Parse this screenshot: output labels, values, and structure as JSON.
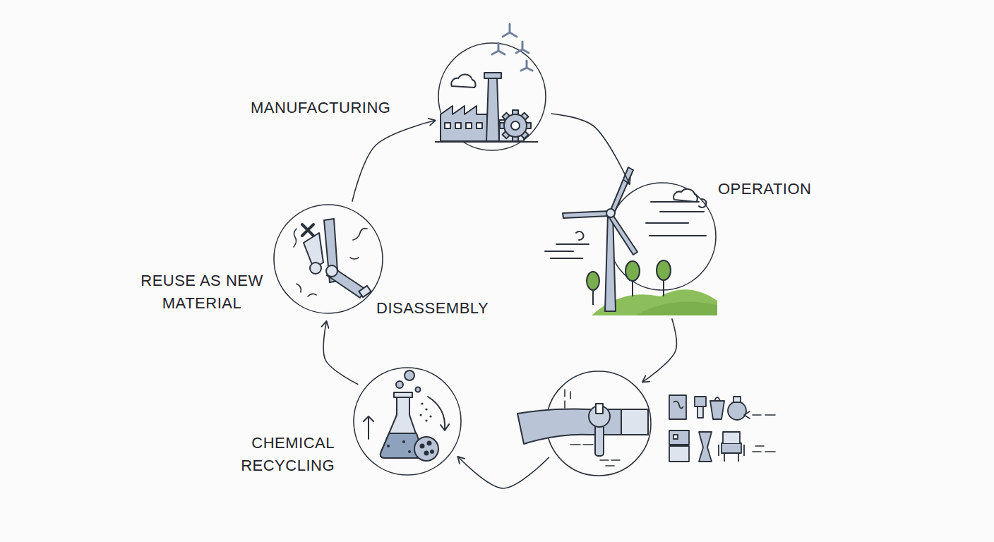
{
  "diagram": {
    "nodes": [
      {
        "text": [
          "MANUFACTURING"
        ]
      },
      {
        "text": [
          "OPERATION"
        ]
      },
      {
        "text": [
          "REUSE AS NEW MATERIAL",
          "DISASSEMBLY"
        ]
      },
      {
        "text": []
      },
      {
        "text": [
          "CHEMICAL RECYCLING"
        ]
      }
    ],
    "edges": [
      {
        "from": 0,
        "to": 1,
        "arrow": "to"
      },
      {
        "from": 1,
        "to": 3,
        "arrow": "to"
      },
      {
        "from": 3,
        "to": 4,
        "arrow": "to"
      },
      {
        "from": 4,
        "to": 2,
        "arrow": "to"
      },
      {
        "from": 2,
        "to": 0,
        "arrow": "to"
      }
    ]
  }
}
